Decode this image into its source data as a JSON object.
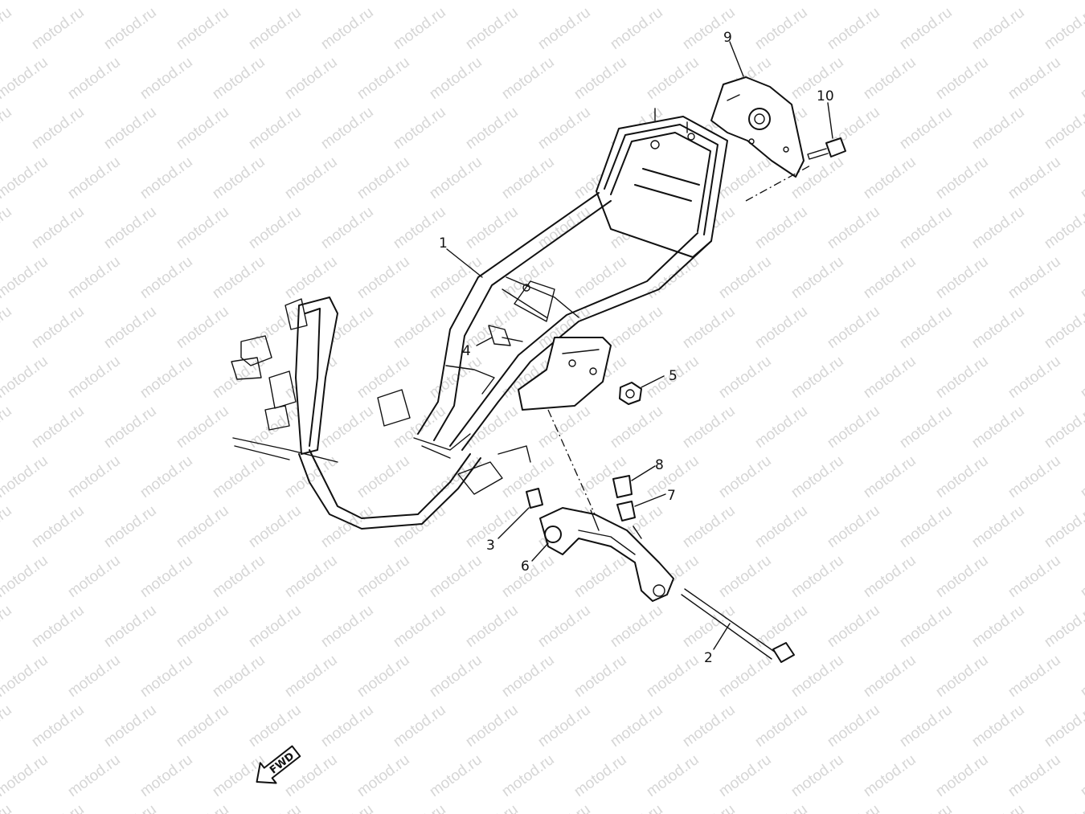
{
  "watermark": {
    "text": "motod.ru",
    "color": "#d6d6d6"
  },
  "fwd_marker": {
    "label": "FWD"
  },
  "callouts": {
    "c1": "1",
    "c2": "2",
    "c3": "3",
    "c4": "4",
    "c5": "5",
    "c6": "6",
    "c7": "7",
    "c8": "8",
    "c9": "9",
    "c10": "10"
  },
  "colors": {
    "line": "#111111",
    "background": "#ffffff"
  }
}
